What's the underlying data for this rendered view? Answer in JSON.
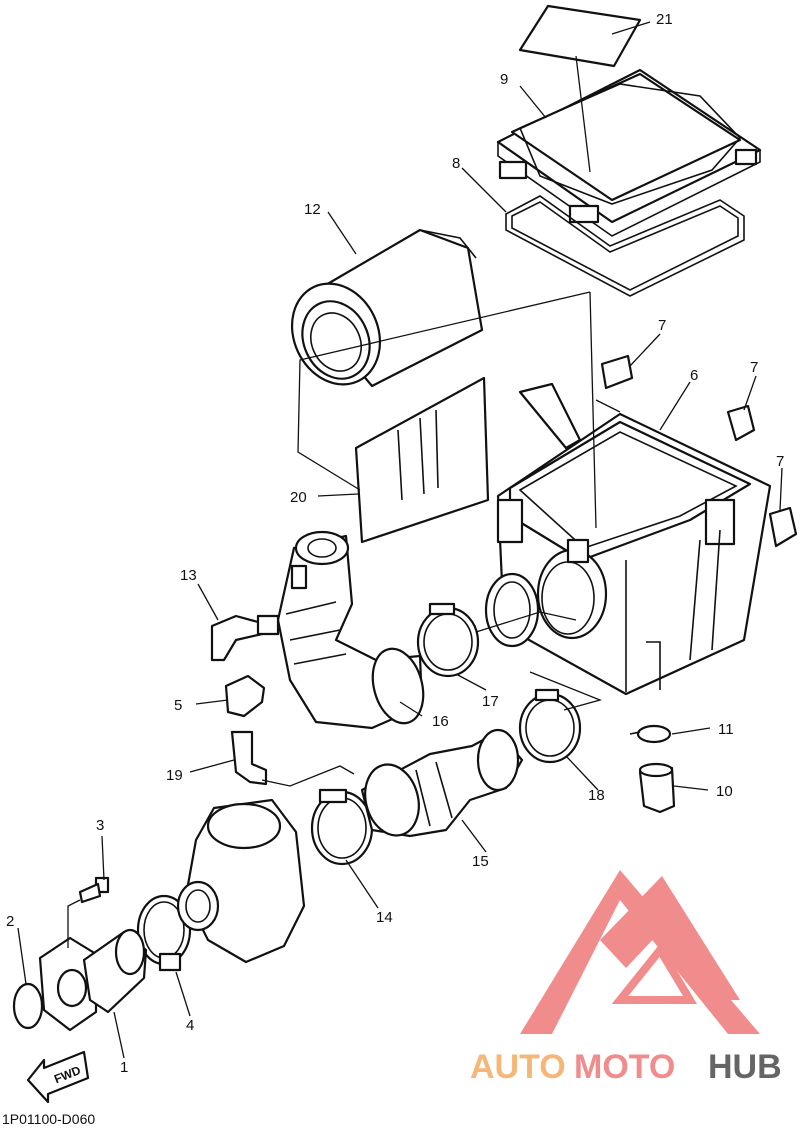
{
  "diagram": {
    "code": "1P01100-D060",
    "fwd_label": "FWD",
    "callouts": {
      "c1": "1",
      "c2": "2",
      "c3": "3",
      "c4": "4",
      "c5": "5",
      "c6": "6",
      "c7a": "7",
      "c7b": "7",
      "c7c": "7",
      "c8": "8",
      "c9": "9",
      "c10": "10",
      "c11": "11",
      "c12": "12",
      "c13": "13",
      "c14": "14",
      "c15": "15",
      "c16": "16",
      "c17": "17",
      "c18": "18",
      "c19": "19",
      "c20": "20",
      "c21": "21"
    }
  },
  "watermark": {
    "word_1": "AUTO",
    "word_2": "MOTO",
    "word_3": "HUB",
    "colors": {
      "primary": "#f08080",
      "secondary": "#f5b06a",
      "dark": "#555555"
    }
  }
}
